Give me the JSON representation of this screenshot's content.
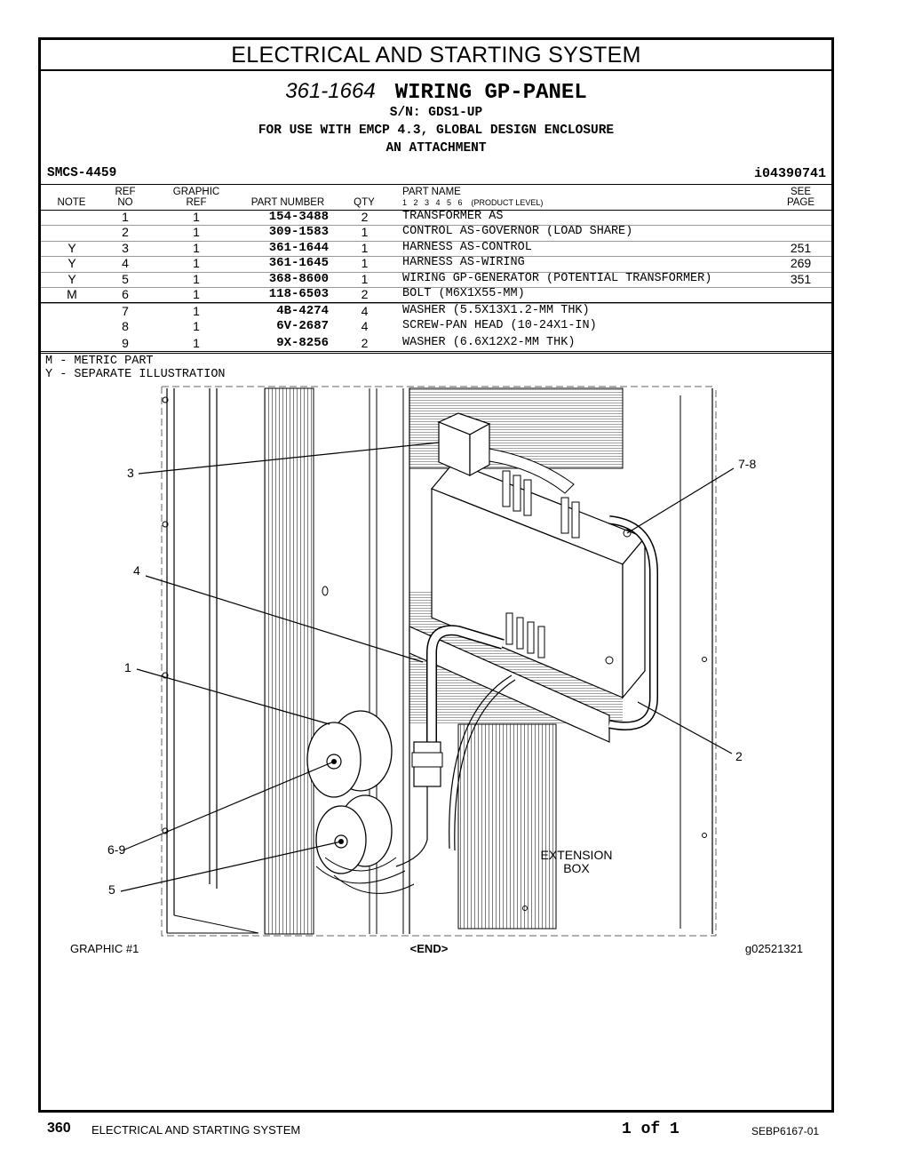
{
  "section_title": "ELECTRICAL AND STARTING SYSTEM",
  "part_title": {
    "number": "361-1664",
    "name": "WIRING GP-PANEL"
  },
  "serial": "S/N: GDS1-UP",
  "usage_line1": "FOR USE WITH EMCP 4.3, GLOBAL DESIGN ENCLOSURE",
  "usage_line2": "AN ATTACHMENT",
  "smcs": "SMCS-4459",
  "image_id": "i04390741",
  "headers": {
    "note": "NOTE",
    "ref_no_1": "REF",
    "ref_no_2": "NO",
    "graphic_ref_1": "GRAPHIC",
    "graphic_ref_2": "REF",
    "part_number": "PART NUMBER",
    "qty": "QTY",
    "part_name": "PART NAME",
    "levels": "1   2   3   4   5   6    (PRODUCT LEVEL)",
    "see_page_1": "SEE",
    "see_page_2": "PAGE"
  },
  "parts": [
    {
      "note": "",
      "ref": "1",
      "graphic": "1",
      "part_number": "154-3488",
      "qty": "2",
      "name": "TRANSFORMER AS",
      "see": ""
    },
    {
      "note": "",
      "ref": "2",
      "graphic": "1",
      "part_number": "309-1583",
      "qty": "1",
      "name": "CONTROL AS-GOVERNOR (LOAD SHARE)",
      "see": ""
    },
    {
      "note": "Y",
      "ref": "3",
      "graphic": "1",
      "part_number": "361-1644",
      "qty": "1",
      "name": "HARNESS AS-CONTROL",
      "see": "251"
    },
    {
      "note": "Y",
      "ref": "4",
      "graphic": "1",
      "part_number": "361-1645",
      "qty": "1",
      "name": "HARNESS AS-WIRING",
      "see": "269"
    },
    {
      "note": "Y",
      "ref": "5",
      "graphic": "1",
      "part_number": "368-8600",
      "qty": "1",
      "name": "WIRING GP-GENERATOR (POTENTIAL TRANSFORMER)",
      "see": "351"
    },
    {
      "note": "M",
      "ref": "6",
      "graphic": "1",
      "part_number": "118-6503",
      "qty": "2",
      "name": "BOLT (M6X1X55-MM)",
      "see": ""
    },
    {
      "note": "",
      "ref": "7",
      "graphic": "1",
      "part_number": "4B-4274",
      "qty": "4",
      "name": "WASHER (5.5X13X1.2-MM THK)",
      "see": ""
    },
    {
      "note": "",
      "ref": "8",
      "graphic": "1",
      "part_number": "6V-2687",
      "qty": "4",
      "name": "SCREW-PAN HEAD (10-24X1-IN)",
      "see": ""
    },
    {
      "note": "",
      "ref": "9",
      "graphic": "1",
      "part_number": "9X-8256",
      "qty": "2",
      "name": "WASHER (6.6X12X2-MM THK)",
      "see": ""
    }
  ],
  "legend": [
    "M - METRIC PART",
    "Y - SEPARATE ILLUSTRATION"
  ],
  "illustration": {
    "callouts": [
      "3",
      "4",
      "1",
      "6-9",
      "5",
      "7-8",
      "2"
    ],
    "extension_box_1": "EXTENSION",
    "extension_box_2": "BOX"
  },
  "graphic_label": "GRAPHIC #1",
  "end_label": "<END>",
  "graphic_id": "g02521321",
  "footer": {
    "page": "360",
    "section": "ELECTRICAL AND STARTING SYSTEM",
    "of_pages": "1 of 1",
    "doc_id": "SEBP6167-01"
  }
}
